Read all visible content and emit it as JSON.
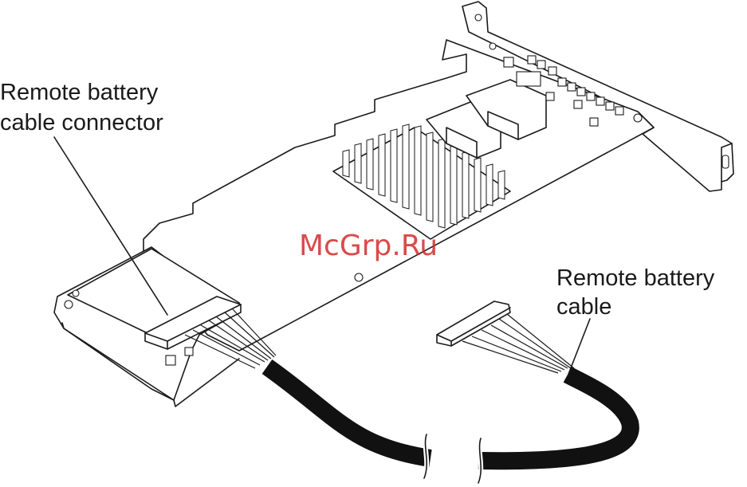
{
  "labels": {
    "connector_line1": "Remote battery",
    "connector_line2": "cable connector",
    "cable_line1": "Remote battery",
    "cable_line2": "cable"
  },
  "watermark": "McGrp.Ru",
  "colors": {
    "line": "#1a1a1a",
    "watermark": "#d42a2a",
    "background": "#ffffff"
  }
}
